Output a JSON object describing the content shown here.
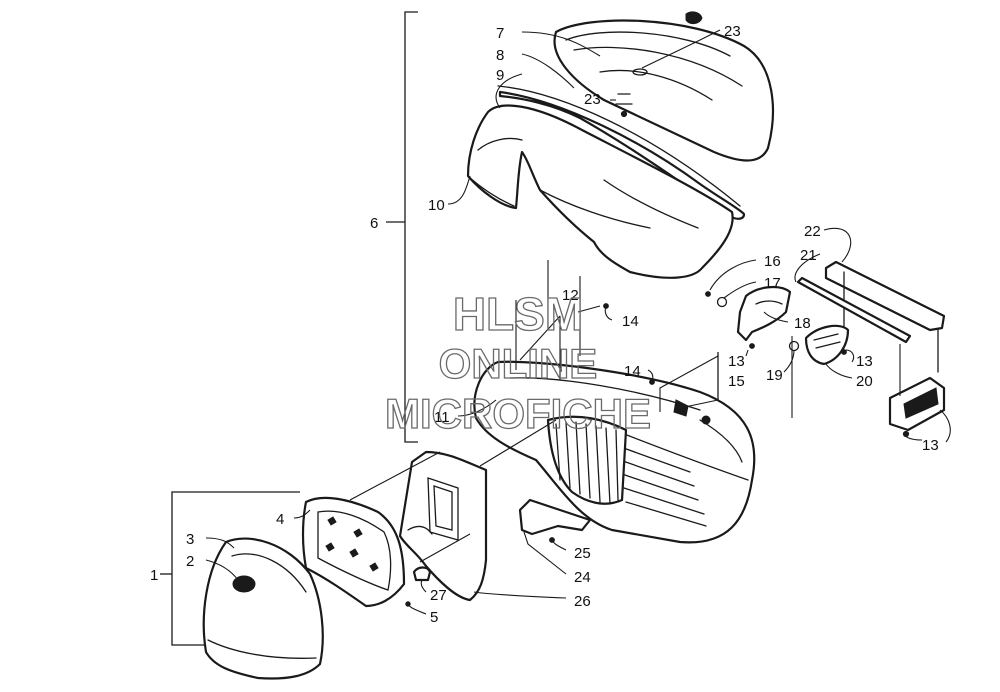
{
  "callouts": [
    {
      "id": "c1",
      "text": "1"
    },
    {
      "id": "c2",
      "text": "2"
    },
    {
      "id": "c3",
      "text": "3"
    },
    {
      "id": "c4",
      "text": "4"
    },
    {
      "id": "c5",
      "text": "5"
    },
    {
      "id": "c6",
      "text": "6"
    },
    {
      "id": "c7",
      "text": "7"
    },
    {
      "id": "c8",
      "text": "8"
    },
    {
      "id": "c9",
      "text": "9"
    },
    {
      "id": "c10",
      "text": "10"
    },
    {
      "id": "c11",
      "text": "11"
    },
    {
      "id": "c12",
      "text": "12"
    },
    {
      "id": "c13a",
      "text": "13"
    },
    {
      "id": "c13b",
      "text": "13"
    },
    {
      "id": "c13c",
      "text": "13"
    },
    {
      "id": "c14a",
      "text": "14"
    },
    {
      "id": "c14b",
      "text": "14"
    },
    {
      "id": "c15",
      "text": "15"
    },
    {
      "id": "c16",
      "text": "16"
    },
    {
      "id": "c17",
      "text": "17"
    },
    {
      "id": "c18",
      "text": "18"
    },
    {
      "id": "c19",
      "text": "19"
    },
    {
      "id": "c20",
      "text": "20"
    },
    {
      "id": "c21",
      "text": "21"
    },
    {
      "id": "c22",
      "text": "22"
    },
    {
      "id": "c23a",
      "text": "23"
    },
    {
      "id": "c23b",
      "text": "23"
    },
    {
      "id": "c24",
      "text": "24"
    },
    {
      "id": "c25",
      "text": "25"
    },
    {
      "id": "c26",
      "text": "26"
    },
    {
      "id": "c27",
      "text": "27"
    }
  ],
  "watermark": {
    "line1": "HLSM",
    "line2": "ONLINE",
    "line3": "MICROFICHE"
  }
}
